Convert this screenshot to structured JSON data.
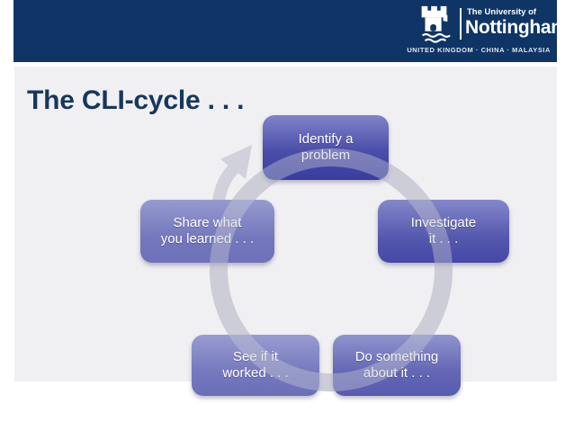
{
  "header": {
    "bg_color": "#0e3565",
    "logo": {
      "org_small": "The University of",
      "org_large": "Nottingham",
      "tagline": "UNITED KINGDOM · CHINA · MALAYSIA"
    }
  },
  "slide": {
    "title": "The CLI-cycle . . .",
    "bg_color": "#f0f0f2",
    "title_color": "#17375d"
  },
  "diagram": {
    "type": "cycle",
    "flow": "clockwise",
    "ring_color": "#d0d1da",
    "box_color_top": "#8184c8",
    "box_color_bottom": "#393ca0",
    "steps": [
      {
        "name": "identify",
        "line1": "Identify a",
        "line2": "problem"
      },
      {
        "name": "investigate",
        "line1": "Investigate",
        "line2": "it . . ."
      },
      {
        "name": "do-something",
        "line1": "Do something",
        "line2": "about it . . ."
      },
      {
        "name": "see-if-worked",
        "line1": "See if it",
        "line2": "worked . . ."
      },
      {
        "name": "share",
        "line1": "Share what",
        "line2": "you learned . . ."
      }
    ]
  }
}
